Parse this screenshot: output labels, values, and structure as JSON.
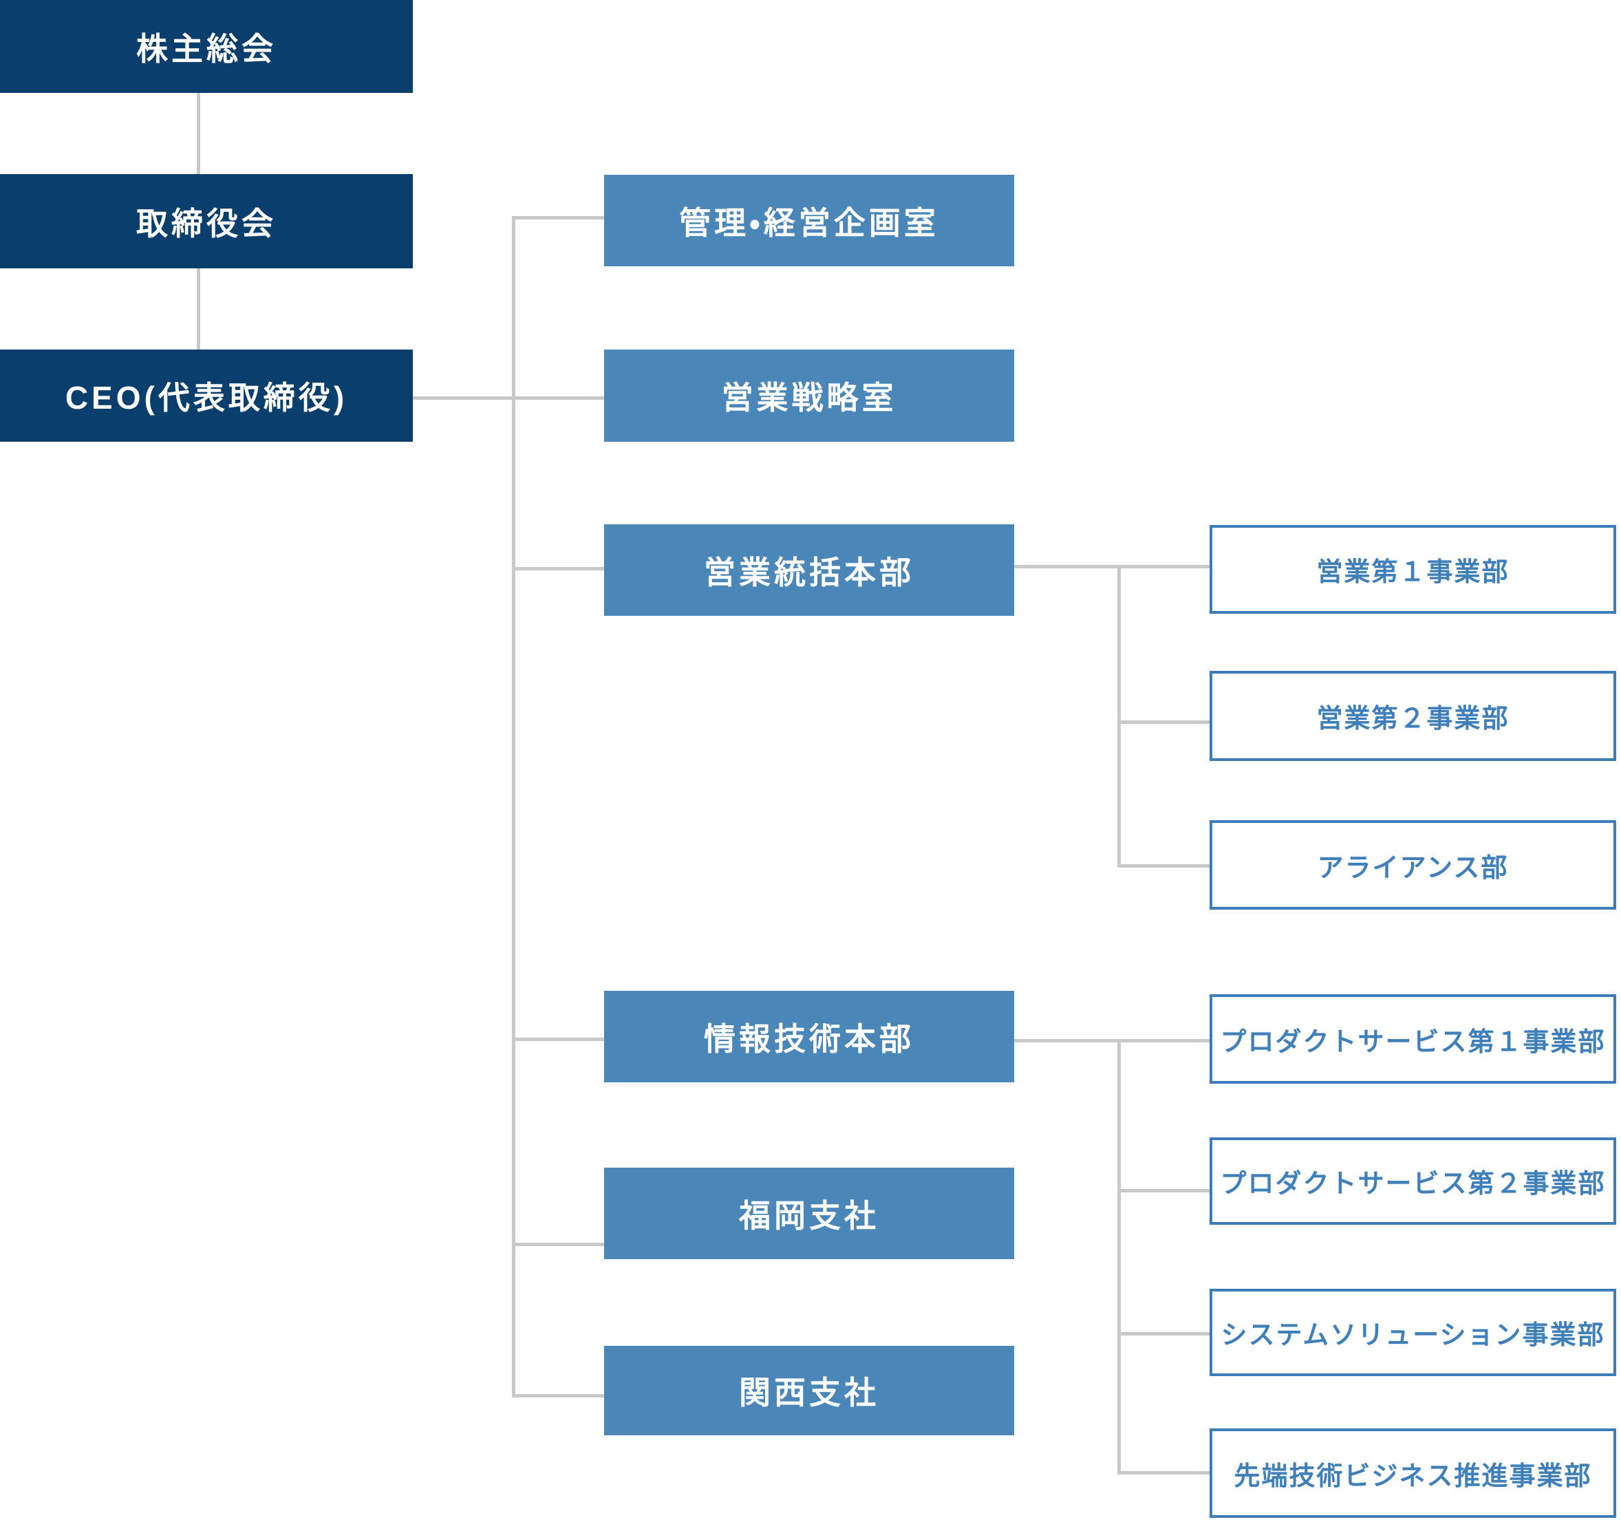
{
  "colors": {
    "dark_navy": "#0a3e6c",
    "mid_blue": "#4a86b8",
    "leaf_border_blue": "#3d7cb9",
    "leaf_text_blue": "#4080ba",
    "connector_gray": "#c9c9c9",
    "box_text_white": "#ffffff"
  },
  "nodes": {
    "shareholders": {
      "label": "株主総会"
    },
    "board": {
      "label": "取締役会"
    },
    "ceo": {
      "label": "CEO(代表取締役)"
    },
    "admin_planning": {
      "label": "管理・経営企画室"
    },
    "sales_strategy": {
      "label": "営業戦略室"
    },
    "sales_hq": {
      "label": "営業統括本部"
    },
    "it_hq": {
      "label": "情報技術本部"
    },
    "fukuoka_branch": {
      "label": "福岡支社"
    },
    "kansai_branch": {
      "label": "関西支社"
    },
    "sales_div1": {
      "label": "営業第１事業部"
    },
    "sales_div2": {
      "label": "営業第２事業部"
    },
    "alliance_dept": {
      "label": "アライアンス部"
    },
    "product_service_div1": {
      "label": "プロダクトサービス第１事業部"
    },
    "product_service_div2": {
      "label": "プロダクトサービス第２事業部"
    },
    "system_solution_div": {
      "label": "システムソリューション事業部"
    },
    "advanced_tech_div": {
      "label": "先端技術ビジネス推進事業部"
    }
  }
}
